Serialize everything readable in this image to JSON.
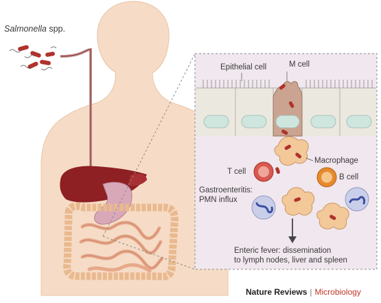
{
  "labels": {
    "salmonella_italic": "Salmonella",
    "salmonella_rest": " spp.",
    "epithelial_cell": "Epithelial cell",
    "m_cell": "M cell",
    "macrophage": "Macrophage",
    "t_cell": "T cell",
    "b_cell": "B cell",
    "gastroenteritis_line1": "Gastroenteritis:",
    "gastroenteritis_line2": "PMN influx",
    "enteric_line1": "Enteric fever: dissemination",
    "enteric_line2": "to lymph nodes, liver and spleen"
  },
  "footer": {
    "journal": "Nature Reviews",
    "separator": "|",
    "section": "Microbiology"
  },
  "colors": {
    "skin": "#f6dcc6",
    "skin_edge": "#e8c3a5",
    "liver": "#8e1f22",
    "stomach": "#d9a8b8",
    "intestine": "#efc9a6",
    "bacteria": "#b1322d",
    "tissue_bg": "#f1e7ee",
    "epithelium": "#ebe8e0",
    "nucleus": "#cfe6df",
    "macrophage": "#f3c99a",
    "t_cell": "#d9584f",
    "b_cell": "#e68a2c",
    "pmn": "#c9cfe9",
    "journal_accent": "#c0392b"
  }
}
